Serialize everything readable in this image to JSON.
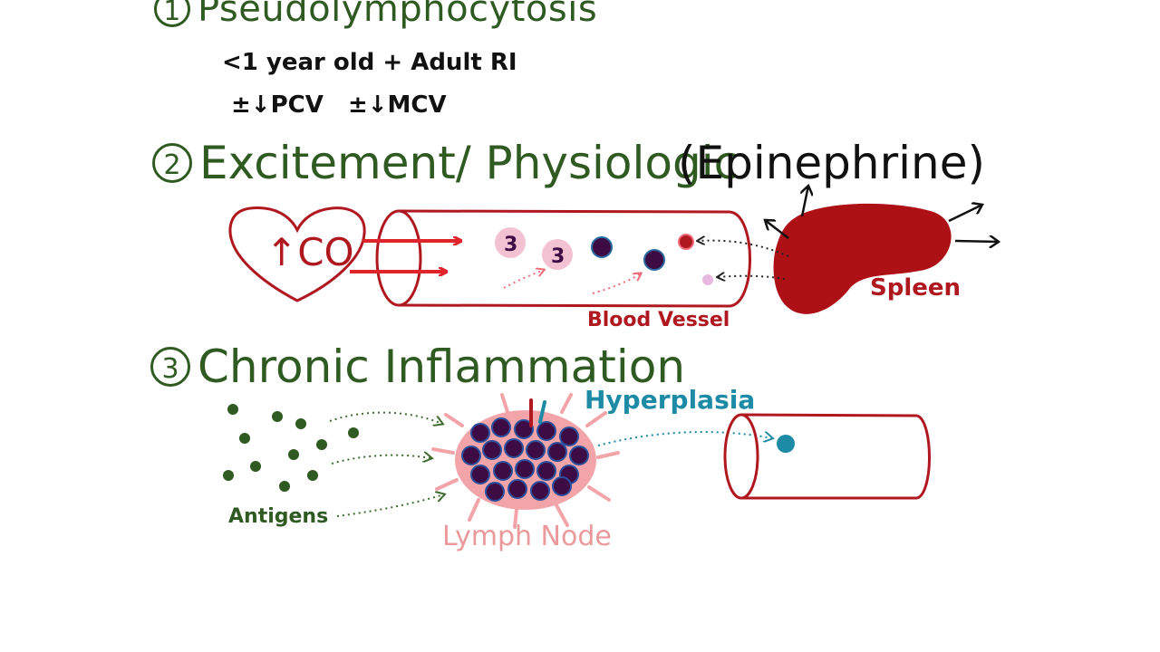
{
  "sections": [
    {
      "number": "1",
      "title": "Pseudolymphocytosis",
      "lines": [
        "<1 year old + Adult RI",
        "±↓PCV   ±↓MCV"
      ]
    },
    {
      "number": "2",
      "title": "Excitement/ Physiologic",
      "subtitle": "(Epinephrine)",
      "labels": {
        "heart": "↑CO",
        "vessel": "Blood Vessel",
        "spleen": "Spleen"
      }
    },
    {
      "number": "3",
      "title": "Chronic Inflammation",
      "labels": {
        "antigens": "Antigens",
        "node": "Lymph Node",
        "hyperplasia": "Hyperplasia"
      }
    }
  ],
  "colors": {
    "green": "#2f5a22",
    "red": "#b01820",
    "spleen": "#ad1116",
    "cell_purple": "#3d0c45",
    "node_pink": "#f2a4a8",
    "blue": "#1d8aa6"
  }
}
